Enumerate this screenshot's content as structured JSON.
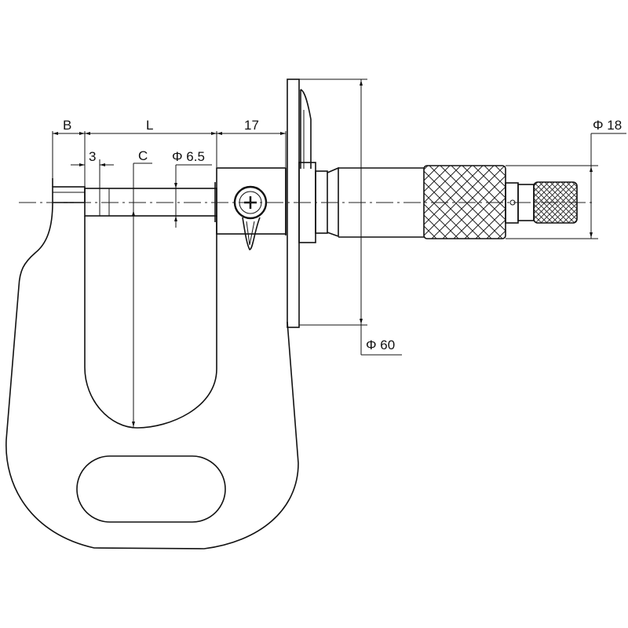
{
  "drawing": {
    "subject": "Sheet metal micrometer (dial-disc type) dimensional drawing",
    "dimensions": {
      "B": "B",
      "L": "L",
      "depth_17": "17",
      "anvil_3": "3",
      "throat_C": "C",
      "spindle_dia": "Φ 6.5",
      "thimble_dia": "Φ 18",
      "disc_dia": "Φ 60"
    },
    "colors": {
      "line": "#111111",
      "background": "#ffffff"
    }
  }
}
